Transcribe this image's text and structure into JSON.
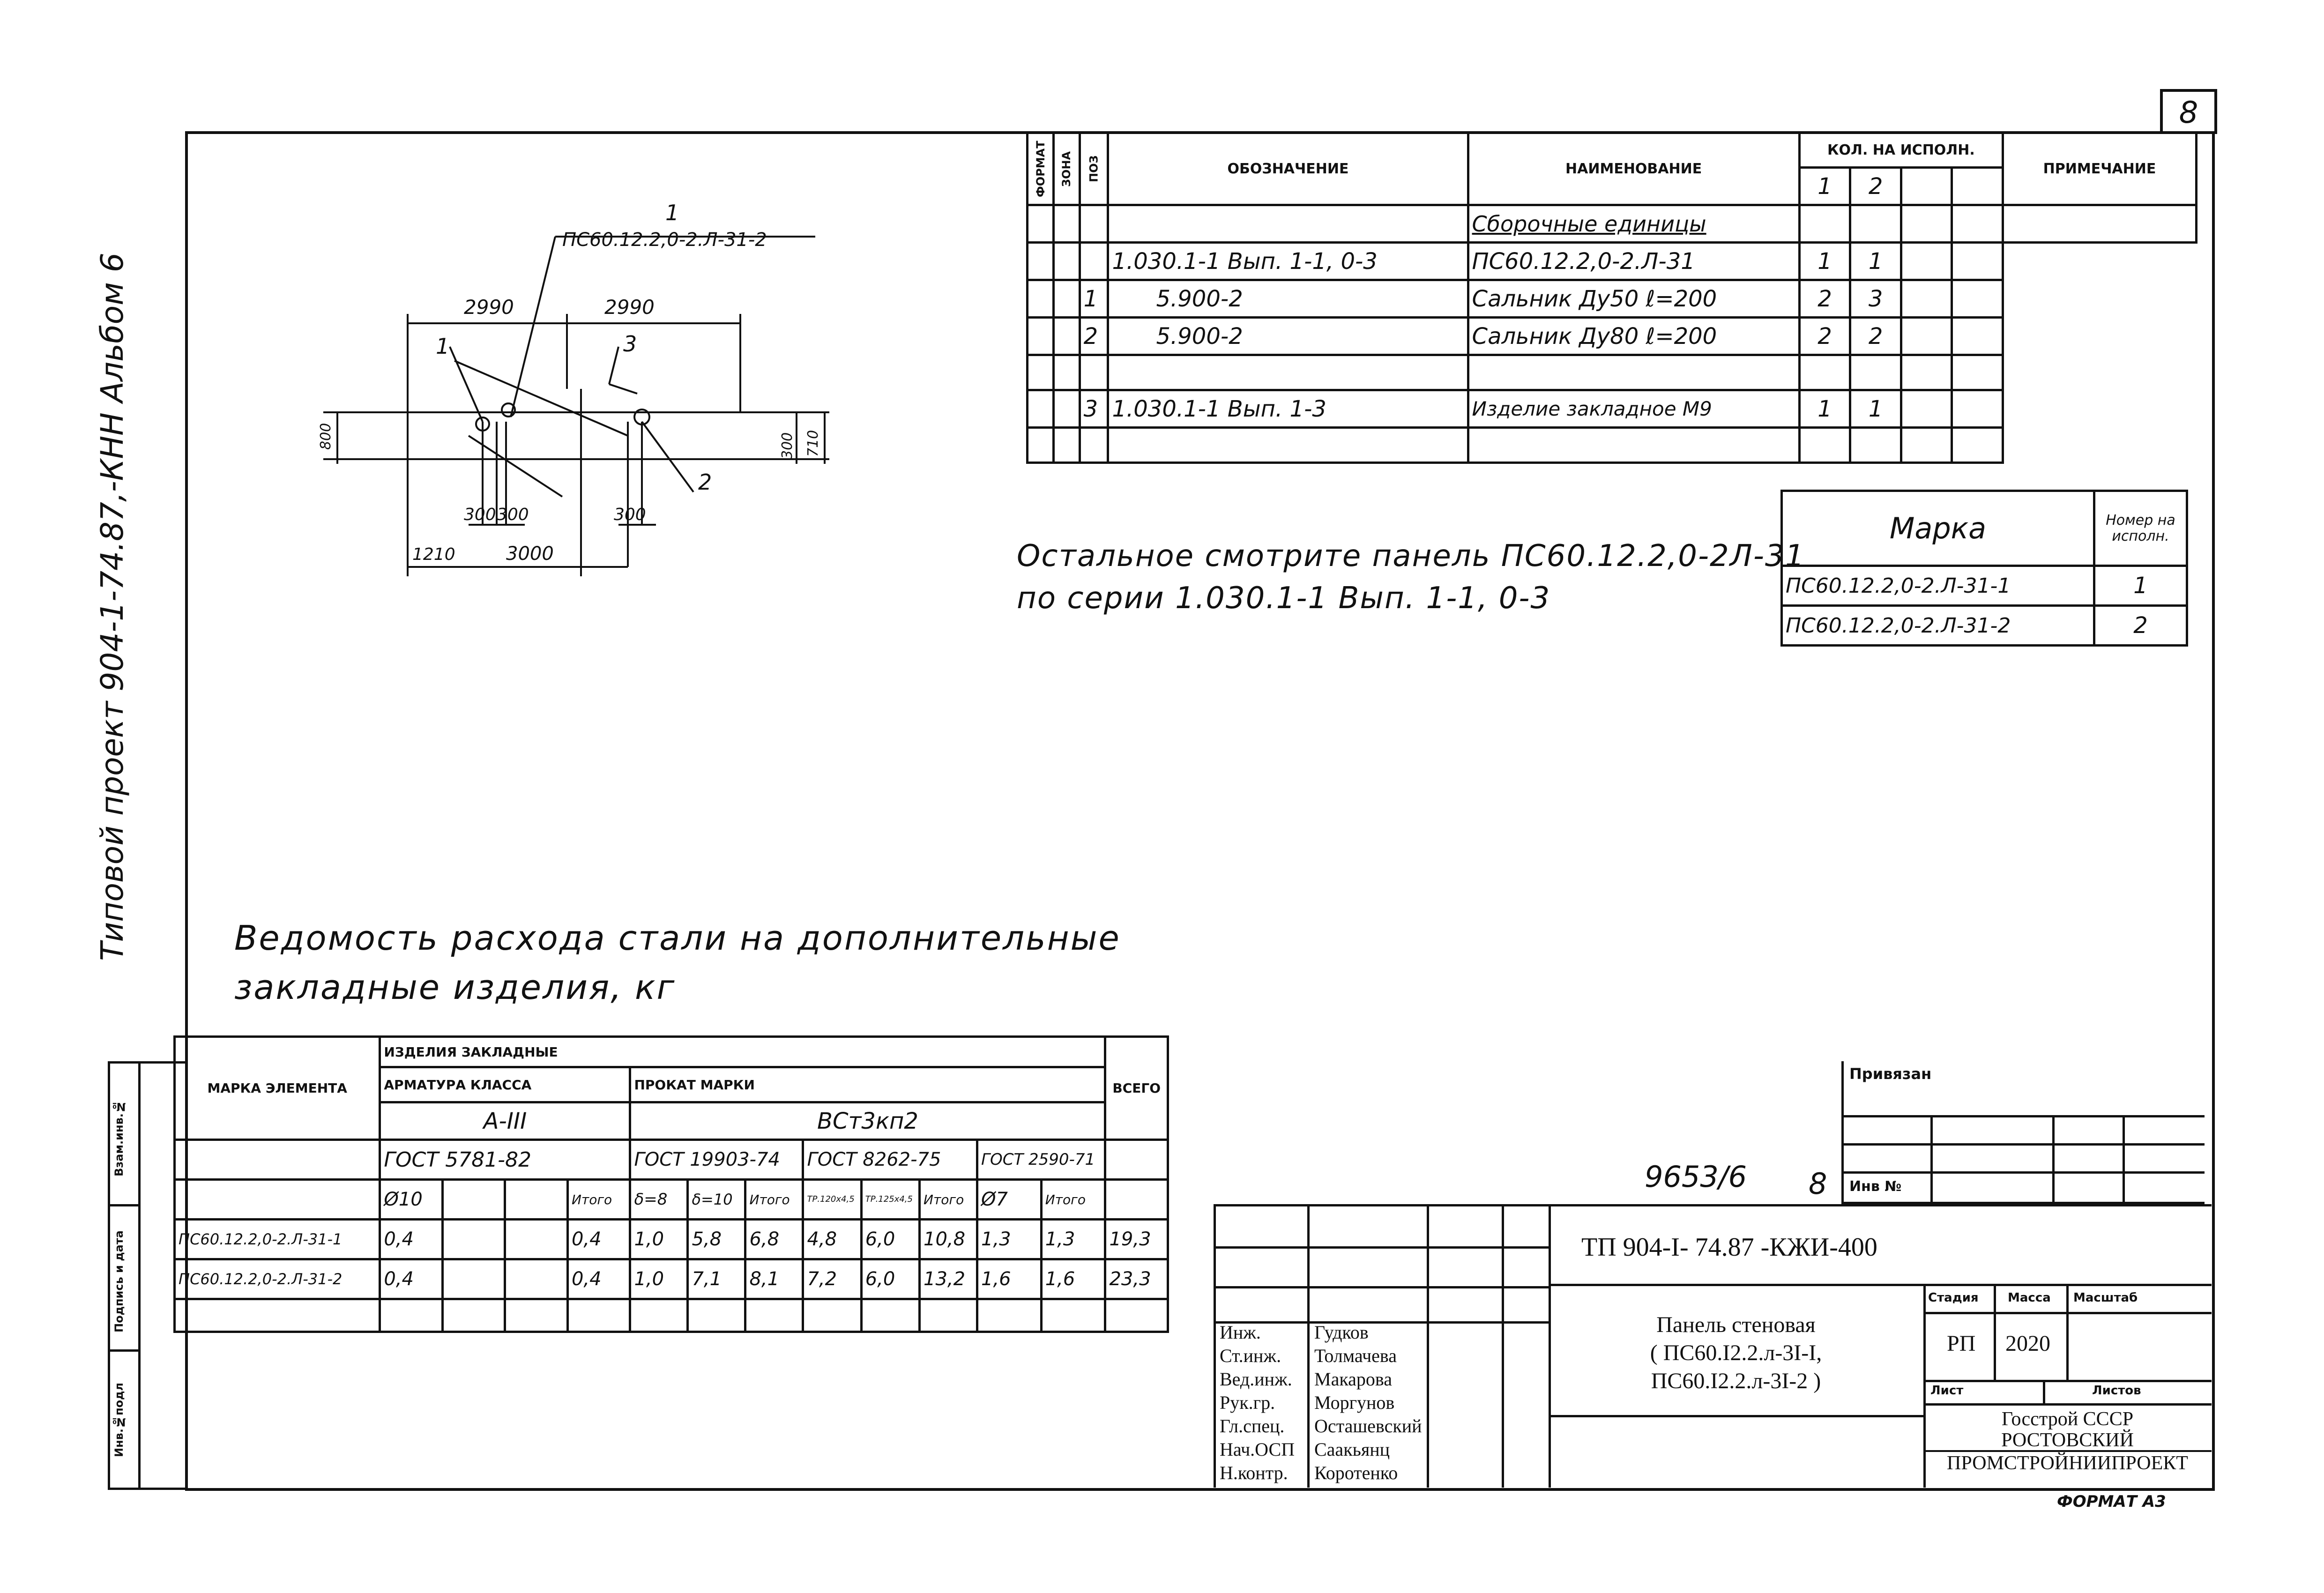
{
  "sheet_number": "8",
  "side_title": "Типовой проект 904-1-74.87,-КНН Альбом 6",
  "side_stamp": [
    "Инв.№подл",
    "Подпись и дата",
    "Взам.инв.№"
  ],
  "format_label": "ФОРМАТ А3",
  "drawing": {
    "title": "ПС60.12.2,0-2.Л-31-2",
    "callouts": [
      "1",
      "1",
      "2",
      "3"
    ],
    "dims": [
      "2990",
      "2990",
      "800",
      "300",
      "710",
      "300",
      "300",
      "300",
      "1210",
      "3000"
    ]
  },
  "spec": {
    "headers": {
      "format": "ФОРМАТ",
      "zone": "ЗОНА",
      "pos": "ПОЗ",
      "designation": "ОБОЗНАЧЕНИЕ",
      "name": "НАИМЕНОВАНИЕ",
      "qty": "КОЛ. НА ИСПОЛН.",
      "q1": "1",
      "q2": "2",
      "note": "ПРИМЕЧАНИЕ"
    },
    "section": "Сборочные единицы",
    "rows": [
      {
        "pos": "",
        "designation": "1.030.1-1 Вып. 1-1, 0-3",
        "name": "ПС60.12.2,0-2.Л-31",
        "q1": "1",
        "q2": "1"
      },
      {
        "pos": "1",
        "designation": "5.900-2",
        "name": "Сальник Ду50 ℓ=200",
        "q1": "2",
        "q2": "3"
      },
      {
        "pos": "2",
        "designation": "5.900-2",
        "name": "Сальник Ду80 ℓ=200",
        "q1": "2",
        "q2": "2"
      },
      {
        "pos": "3",
        "designation": "1.030.1-1 Вып. 1-3",
        "name": "Изделие закладное М9",
        "q1": "1",
        "q2": "1"
      }
    ]
  },
  "remark": [
    "Остальное смотрите панель ПС60.12.2,0-2Л-31",
    "по серии 1.030.1-1 Вып. 1-1, 0-3"
  ],
  "marka": {
    "header": "Марка",
    "header_num": "Номер на исполн.",
    "rows": [
      {
        "mark": "ПС60.12.2,0-2.Л-31-1",
        "num": "1"
      },
      {
        "mark": "ПС60.12.2,0-2.Л-31-2",
        "num": "2"
      }
    ]
  },
  "steel_title": [
    "Ведомость расхода стали на дополнительные",
    "закладные изделия, кг"
  ],
  "steel": {
    "h_mark": "МАРКА ЭЛЕМЕНТА",
    "h_items": "ИЗДЕЛИЯ ЗАКЛАДНЫЕ",
    "h_rebar": "АРМАТУРА КЛАССА",
    "h_rolled": "ПРОКАТ МАРКИ",
    "h_total": "ВСЕГО",
    "rebar_class": "А-III",
    "rolled_grade": "ВСт3кп2",
    "gost": [
      "ГОСТ 5781-82",
      "ГОСТ 19903-74",
      "ГОСТ 8262-75",
      "ГОСТ 2590-71"
    ],
    "sub": [
      "Ø10",
      "",
      "",
      "Итого",
      "δ=8",
      "δ=10",
      "Итого",
      "ТР.120х4,5",
      "ТР.125х4,5",
      "Итого",
      "Ø7",
      "Итого"
    ],
    "rows": [
      {
        "mark": "ПС60.12.2,0-2.Л-31-1",
        "v": [
          "0,4",
          "",
          "",
          "0,4",
          "1,0",
          "5,8",
          "6,8",
          "4,8",
          "6,0",
          "10,8",
          "1,3",
          "1,3"
        ],
        "total": "19,3"
      },
      {
        "mark": "ПС60.12.2,0-2.Л-31-2",
        "v": [
          "0,4",
          "",
          "",
          "0,4",
          "1,0",
          "7,1",
          "8,1",
          "7,2",
          "6,0",
          "13,2",
          "1,6",
          "1,6"
        ],
        "total": "23,3"
      }
    ]
  },
  "privyazan": "Привязан",
  "inv_no": "Инв №",
  "doc_num": "9653/6",
  "doc_sheet": "8",
  "title_block": {
    "code": "ТП 904-I- 74.87 -КЖИ-400",
    "title": [
      "Панель стеновая",
      "( ПС60.I2.2.л-3I-I,",
      "ПС60.I2.2.л-3I-2 )"
    ],
    "h_stage": "Стадия",
    "h_mass": "Масса",
    "h_scale": "Масштаб",
    "stage": "РП",
    "mass": "2020",
    "h_sheet": "Лист",
    "h_sheets": "Листов",
    "org": [
      "Госстрой СССР",
      "РОСТОВСКИЙ",
      "ПРОМСТРОЙНИИПРОЕКТ"
    ],
    "people": [
      {
        "role": "Инж.",
        "name": "Гудков"
      },
      {
        "role": "Ст.инж.",
        "name": "Толмачева"
      },
      {
        "role": "Вед.инж.",
        "name": "Макарова"
      },
      {
        "role": "Рук.гр.",
        "name": "Моргунов"
      },
      {
        "role": "Гл.спец.",
        "name": "Осташевский"
      },
      {
        "role": "Нач.ОСП",
        "name": "Саакьянц"
      },
      {
        "role": "Н.контр.",
        "name": "Коротенко"
      }
    ]
  }
}
